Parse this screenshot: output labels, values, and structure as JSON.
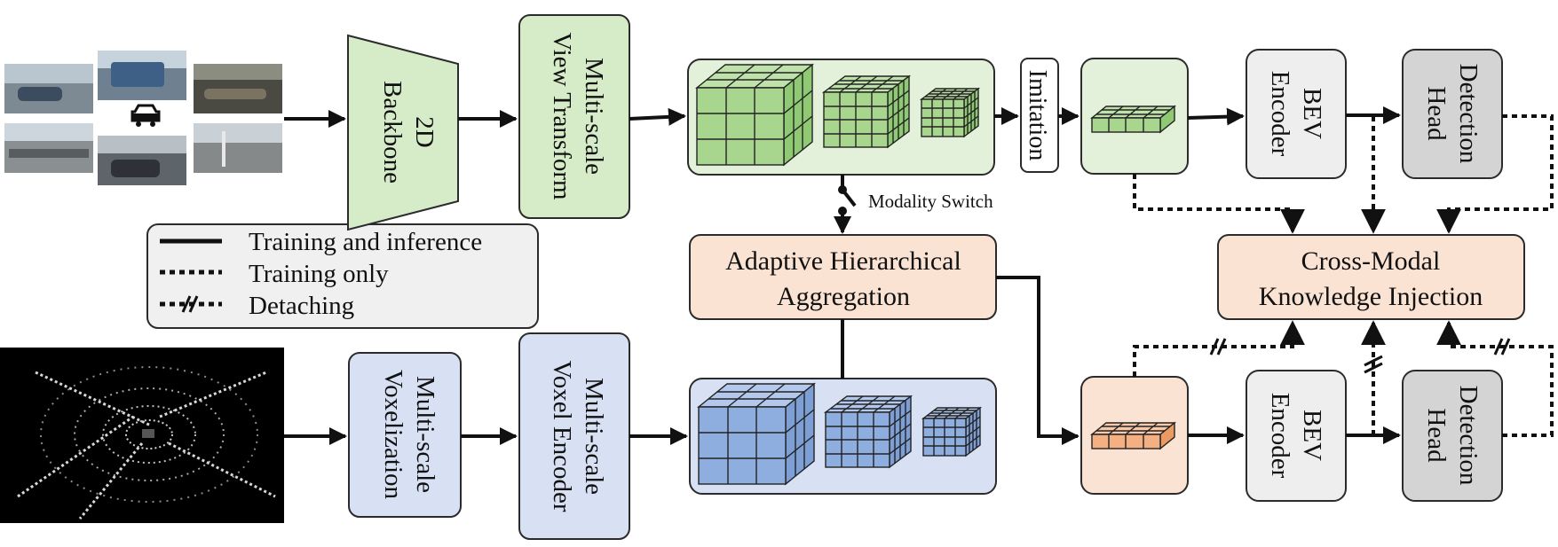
{
  "colors": {
    "camera_green": "#d6ecc9",
    "feature_green": "#e3f1da",
    "cube_green": "#a9d68f",
    "lidar_blue": "#d7e1f3",
    "cube_blue": "#8faee0",
    "fusion_orange": "#fbe3d4",
    "cube_orange": "#f4b083",
    "neutral_gray": "#eeeeee",
    "head_gray": "#d4d4d4",
    "stroke": "#2b2b2b"
  },
  "images": {
    "camera_views": "camera-views",
    "car_icon": "car-icon",
    "lidar_scan": "lidar-point-cloud"
  },
  "camera_branch": {
    "backbone": [
      "2D",
      "Backbone"
    ],
    "view_transform": [
      "Multi-scale",
      "View Transform"
    ],
    "imitation": "Imitation",
    "bev_encoder": [
      "BEV",
      "Encoder"
    ],
    "detection_head": [
      "Detection",
      "Head"
    ]
  },
  "lidar_branch": {
    "voxelization": [
      "Multi-scale",
      "Voxelization"
    ],
    "voxel_encoder": [
      "Multi-scale",
      "Voxel Encoder"
    ],
    "bev_encoder": [
      "BEV",
      "Encoder"
    ],
    "detection_head": [
      "Detection",
      "Head"
    ]
  },
  "modality_switch": "Modality Switch",
  "aggregation": [
    "Adaptive Hierarchical",
    "Aggregation"
  ],
  "injection": [
    "Cross-Modal",
    "Knowledge Injection"
  ],
  "legend": {
    "solid": "Training and inference",
    "dotted": "Training only",
    "detach": "Detaching"
  }
}
